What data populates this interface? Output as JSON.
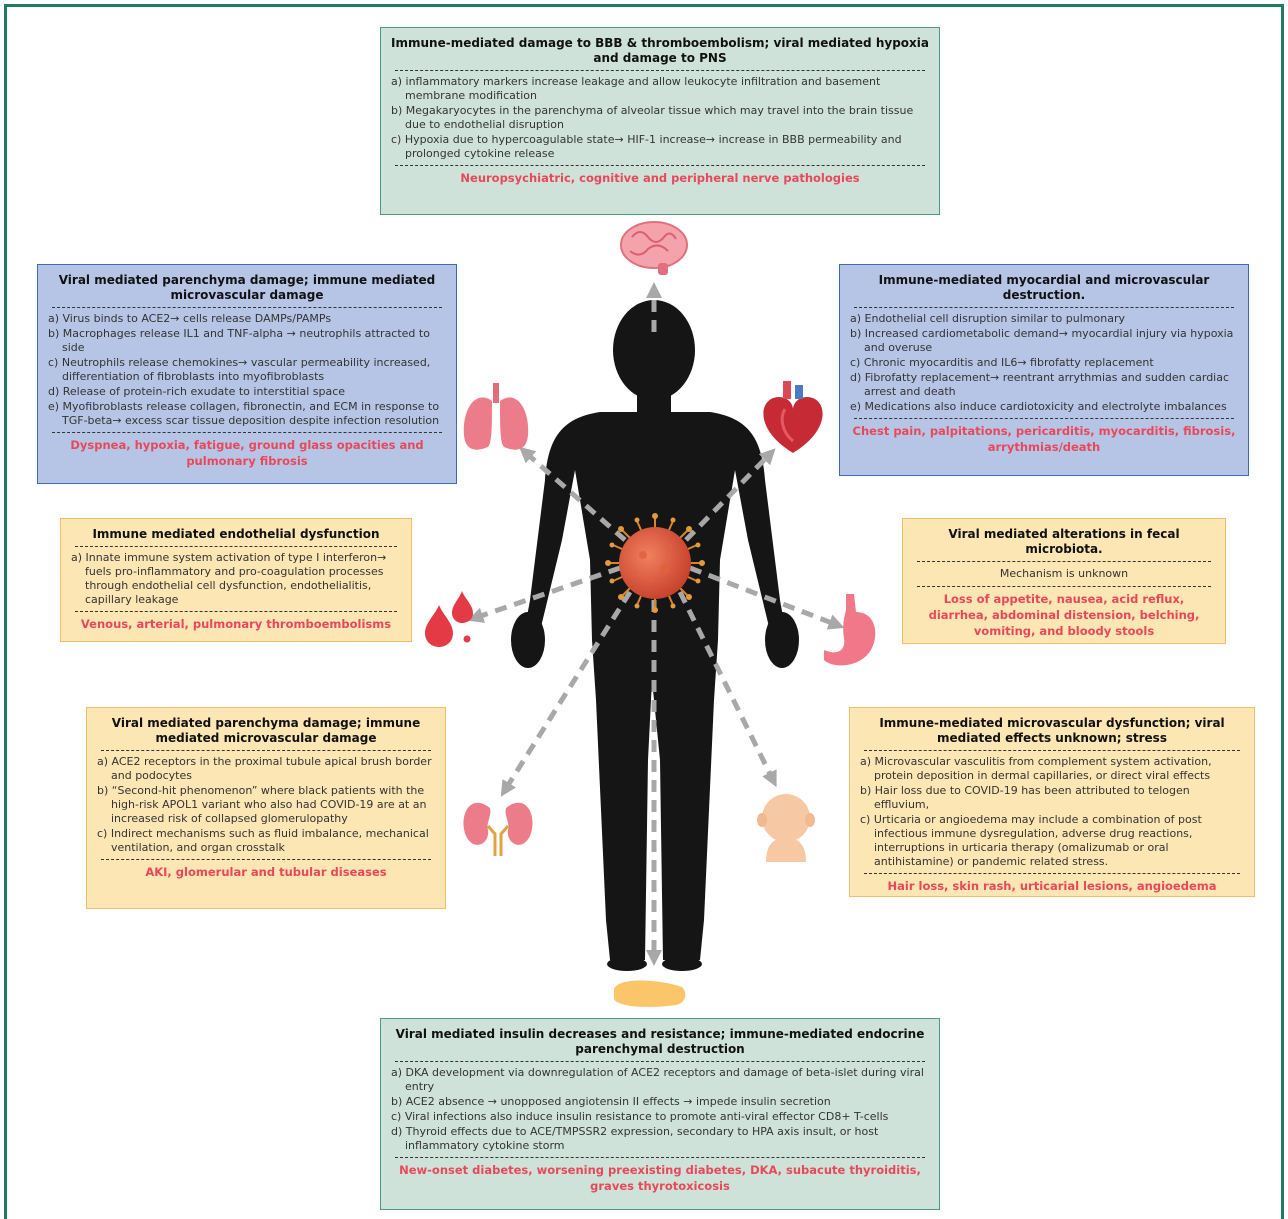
{
  "boxes": {
    "brain": {
      "title": "Immune-mediated damage to BBB & thromboembolism; viral mediated hypoxia and damage to PNS",
      "items": [
        "a) inflammatory markers increase leakage and allow leukocyte infiltration and basement membrane modification",
        "b) Megakaryocytes in the parenchyma of alveolar tissue which may travel into the brain tissue due to endothelial disruption",
        "c) Hypoxia due to hypercoagulable state→ HIF-1 increase→ increase in BBB permeability and prolonged cytokine release"
      ],
      "outcome": "Neuropsychiatric, cognitive and peripheral nerve pathologies"
    },
    "lung": {
      "title": "Viral mediated parenchyma damage; immune mediated microvascular damage",
      "items": [
        "a) Virus binds to ACE2→ cells release DAMPs/PAMPs",
        "b) Macrophages release IL1 and TNF-alpha → neutrophils attracted to side",
        "c) Neutrophils release chemokines→ vascular permeability increased, differentiation of fibroblasts into myofibroblasts",
        "d) Release of protein-rich exudate to interstitial space",
        "e) Myofibroblasts release collagen, fibronectin, and ECM in response to TGF-beta→ excess scar tissue deposition despite infection resolution"
      ],
      "outcome": "Dyspnea, hypoxia, fatigue, ground glass opacities and pulmonary fibrosis"
    },
    "heart": {
      "title": "Immune-mediated myocardial and microvascular destruction.",
      "items": [
        "a) Endothelial cell disruption similar to pulmonary",
        "b) Increased cardiometabolic demand→ myocardial injury via hypoxia and overuse",
        "c) Chronic myocarditis and IL6→ fibrofatty replacement",
        "d) Fibrofatty replacement→ reentrant arrythmias and sudden cardiac arrest and death",
        "e) Medications also induce cardiotoxicity and electrolyte imbalances"
      ],
      "outcome": "Chest pain, palpitations, pericarditis, myocarditis, fibrosis, arrythmias/death"
    },
    "blood": {
      "title": "Immune mediated endothelial dysfunction",
      "items": [
        "a) Innate immune system activation of type I interferon→ fuels pro-inflammatory and pro-coagulation processes through endothelial cell dysfunction, endothelialitis, capillary leakage"
      ],
      "outcome": "Venous, arterial, pulmonary thromboembolisms"
    },
    "gut": {
      "title": "Viral mediated alterations in fecal microbiota.",
      "mechanism": "Mechanism is unknown",
      "outcome": "Loss of appetite, nausea, acid reflux, diarrhea, abdominal distension, belching, vomiting, and bloody stools"
    },
    "kidney": {
      "title": "Viral mediated parenchyma damage; immune mediated microvascular damage",
      "items": [
        "a) ACE2 receptors in the proximal tubule apical brush border and podocytes",
        "b) “Second-hit phenomenon” where black patients with the high-risk APOL1 variant who also had COVID-19 are at an increased risk of collapsed glomerulopathy",
        "c) Indirect mechanisms such as fluid imbalance, mechanical ventilation, and organ crosstalk"
      ],
      "outcome": "AKI, glomerular and tubular diseases"
    },
    "skin": {
      "title": "Immune-mediated microvascular dysfunction; viral mediated effects unknown; stress",
      "items": [
        "a) Microvascular vasculitis from complement system activation, protein deposition in dermal capillaries, or direct viral effects",
        "b) Hair loss due to COVID-19 has been attributed to telogen effluvium,",
        "c) Urticaria or angioedema may include a combination of post infectious immune dysregulation, adverse drug reactions, interruptions in urticaria therapy (omalizumab or oral antihistamine) or pandemic related stress."
      ],
      "outcome": "Hair loss, skin rash, urticarial lesions, angioedema"
    },
    "pancreas": {
      "title": "Viral mediated insulin decreases and resistance; immune-mediated endocrine parenchymal destruction",
      "items": [
        "a) DKA development via downregulation of ACE2 receptors and damage of beta-islet during viral entry",
        "b) ACE2 absence → unopposed angiotensin II effects → impede insulin secretion",
        "c) Viral infections also induce insulin resistance to promote anti-viral effector CD8+ T-cells",
        "d) Thyroid effects due to ACE/TMPSSR2 expression, secondary to HPA axis insult, or host inflammatory cytokine storm"
      ],
      "outcome": "New-onset diabetes, worsening preexisting diabetes, DKA, subacute thyroiditis, graves thyrotoxicosis"
    }
  },
  "icons": [
    "brain-icon",
    "lungs-icon",
    "heart-icon",
    "blood-drops-icon",
    "stomach-icon",
    "kidneys-icon",
    "skin-head-icon",
    "pancreas-icon",
    "virus-icon",
    "human-body-silhouette"
  ],
  "colors": {
    "frame": "#1f7a66",
    "outcome_text": "#e8485a",
    "green_box": "#cfe2d9",
    "blue_box": "#b6c5e6",
    "yellow_box": "#fce6b4",
    "arrow": "#a8a8a8"
  }
}
